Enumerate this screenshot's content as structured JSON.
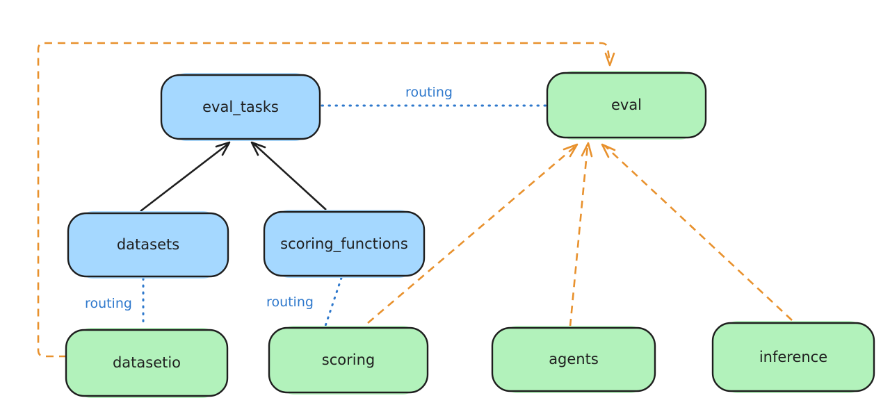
{
  "canvas": {
    "background": "#ffffff"
  },
  "colors": {
    "node_blue": "#a5d8ff",
    "node_green": "#b2f2bb",
    "node_border": "#1e1e1e",
    "routing_blue": "#2e78cc",
    "orange_dash": "#e8912d",
    "black_arrow": "#1e1e1e"
  },
  "nodes": {
    "eval_tasks": {
      "label": "eval_tasks"
    },
    "eval": {
      "label": "eval"
    },
    "datasets": {
      "label": "datasets"
    },
    "scoring_functions": {
      "label": "scoring_functions"
    },
    "datasetio": {
      "label": "datasetio"
    },
    "scoring": {
      "label": "scoring"
    },
    "agents": {
      "label": "agents"
    },
    "inference": {
      "label": "inference"
    }
  },
  "edges": [
    {
      "from": "datasets",
      "to": "eval_tasks",
      "style": "solid_black_arrow"
    },
    {
      "from": "scoring_functions",
      "to": "eval_tasks",
      "style": "solid_black_arrow"
    },
    {
      "from": "eval_tasks",
      "to": "eval",
      "style": "dotted_blue",
      "label": "routing"
    },
    {
      "from": "datasets",
      "to": "datasetio",
      "style": "dotted_blue",
      "label": "routing"
    },
    {
      "from": "scoring_functions",
      "to": "scoring",
      "style": "dotted_blue",
      "label": "routing"
    },
    {
      "from": "datasetio",
      "to": "eval",
      "style": "dashed_orange_arrow"
    },
    {
      "from": "scoring",
      "to": "eval",
      "style": "dashed_orange_arrow"
    },
    {
      "from": "agents",
      "to": "eval",
      "style": "dashed_orange_arrow"
    },
    {
      "from": "inference",
      "to": "eval",
      "style": "dashed_orange_arrow"
    }
  ]
}
